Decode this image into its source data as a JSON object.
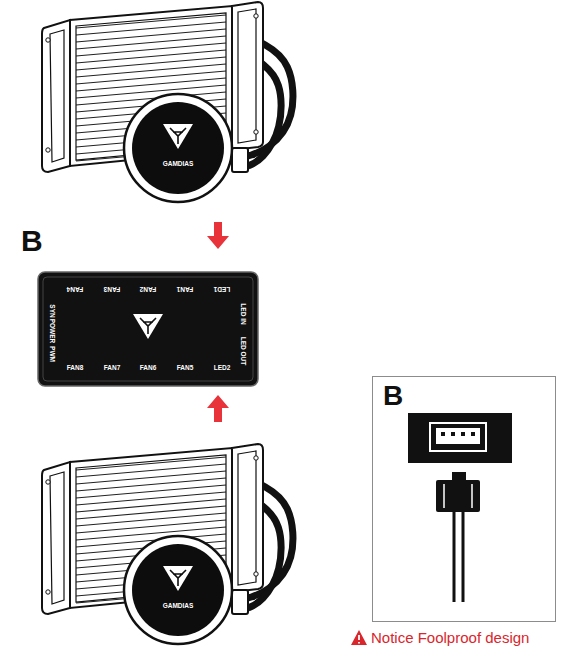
{
  "diagram": {
    "nodes": [
      {
        "text": [
          "FAN4",
          "FAN3",
          "FAN2",
          "FAN1",
          "LED1",
          "LED IN",
          "LED OUT",
          "FAN8",
          "FAN7",
          "FAN6",
          "FAN5",
          "LED2",
          "SYN",
          "POWER",
          "PWM"
        ]
      },
      {
        "text": [
          "B"
        ]
      }
    ],
    "labels": [
      "B",
      "GAMDIAS",
      "GAMDIAS",
      "Notice Foolproof design"
    ]
  }
}
